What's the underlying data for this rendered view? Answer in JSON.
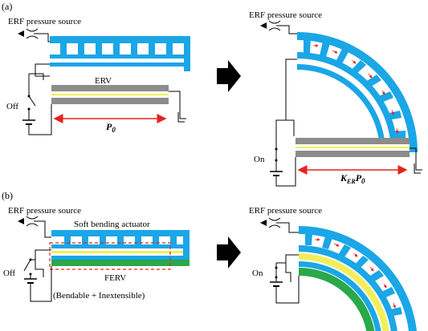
{
  "panel_a": {
    "label": "(a)",
    "left": {
      "source_label": "ERF pressure source",
      "valve_label": "ERV",
      "switch_label": "Off",
      "pressure_main": "P",
      "pressure_sub": "0"
    },
    "right": {
      "source_label": "ERF pressure source",
      "switch_label": "On",
      "pressure_k": "K",
      "pressure_k_sub": "ER",
      "pressure_main": "P",
      "pressure_sub": "0"
    }
  },
  "panel_b": {
    "label": "(b)",
    "left": {
      "source_label": "ERF pressure source",
      "actuator_label": "Soft bending actuator",
      "valve_label": "FERV",
      "switch_label": "Off",
      "note": "(Bendable + Inextensible)"
    },
    "right": {
      "source_label": "ERF pressure source",
      "switch_label": "On"
    }
  },
  "colors": {
    "actuator_blue": "#1ba6e6",
    "electrode_gray": "#8c8c8c",
    "insulator_yellow": "#f2ee5a",
    "inextensible_green": "#2aa84a",
    "pressure_red": "#e8211d",
    "arrow_black": "#000000"
  }
}
